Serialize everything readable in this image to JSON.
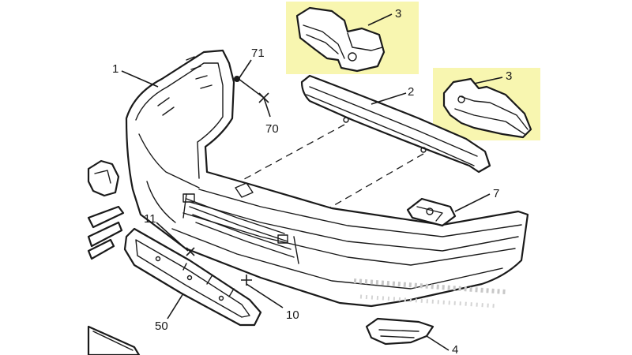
{
  "diagram": {
    "highlight_color": "#f8f6b0",
    "line_color": "#1a1a1a",
    "callouts": [
      {
        "id": "c1",
        "label": "1"
      },
      {
        "id": "c2",
        "label": "2"
      },
      {
        "id": "c3a",
        "label": "3"
      },
      {
        "id": "c3b",
        "label": "3"
      },
      {
        "id": "c4",
        "label": "4"
      },
      {
        "id": "c7",
        "label": "7"
      },
      {
        "id": "c10",
        "label": "10"
      },
      {
        "id": "c11",
        "label": "11"
      },
      {
        "id": "c50",
        "label": "50"
      },
      {
        "id": "c70",
        "label": "70"
      },
      {
        "id": "c71",
        "label": "71"
      }
    ]
  }
}
